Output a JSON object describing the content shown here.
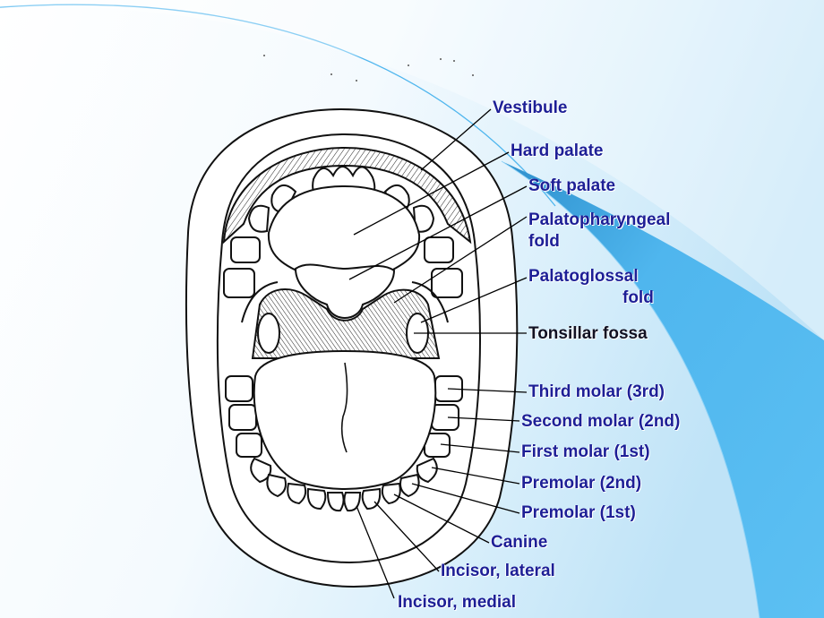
{
  "colors": {
    "background": "#ffffff",
    "gradient_light": "#eaf6fd",
    "gradient_mid": "#bfe3f7",
    "wedge": "#4fb6ee",
    "wedge_dark": "#2d8fcc",
    "label_blue": "#1d1f96",
    "label_dark": "#111122",
    "line": "#000000"
  },
  "labels": {
    "vestibule": "Vestibule",
    "hard_palate": "Hard palate",
    "soft_palate": "Soft palate",
    "palatopharyngeal_1": "Palatopharyngeal",
    "palatopharyngeal_2": "fold",
    "palatoglossal_1": "Palatoglossal",
    "palatoglossal_2": "fold",
    "tonsillar_fossa": "Tonsillar fossa",
    "third_molar": "Third molar (3rd)",
    "second_molar": "Second molar (2nd)",
    "first_molar": "First molar (1st)",
    "premolar_2nd": "Premolar (2nd)",
    "premolar_1st": "Premolar (1st)",
    "canine": "Canine",
    "incisor_lateral": "Incisor, lateral",
    "incisor_medial": "Incisor, medial"
  }
}
